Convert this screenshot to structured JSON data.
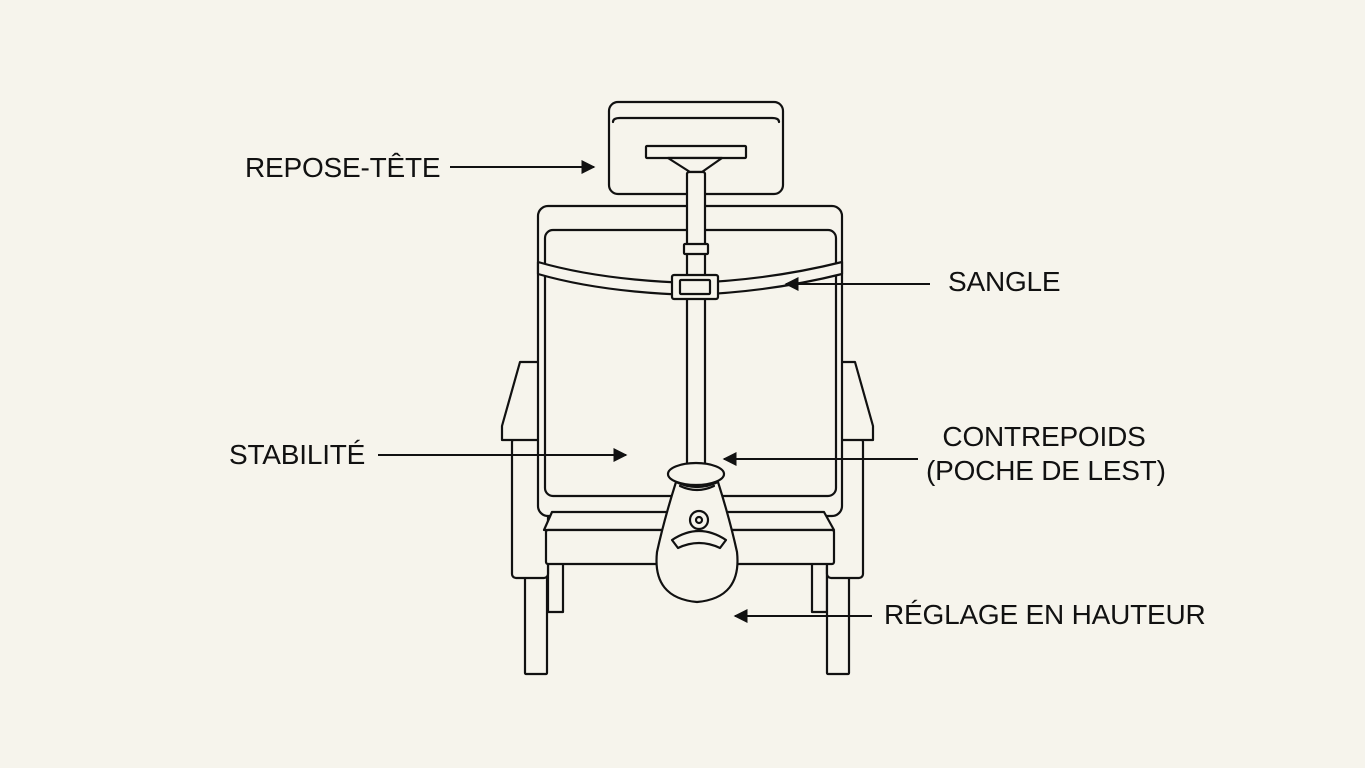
{
  "colors": {
    "background": "#f6f4ec",
    "stroke": "#111111",
    "fill": "#f6f4ec"
  },
  "labels": {
    "headrest": "REPOSE-TÊTE",
    "strap": "SANGLE",
    "stability": "STABILITÉ",
    "counterweight_line1": "CONTREPOIDS",
    "counterweight_line2": "(POCHE DE LEST)",
    "height_adjust": "RÉGLAGE EN HAUTEUR"
  },
  "icons": {
    "chair": "chair-illustration",
    "weight_bag": "ballast-bag-icon",
    "arrow": "arrow-icon"
  }
}
